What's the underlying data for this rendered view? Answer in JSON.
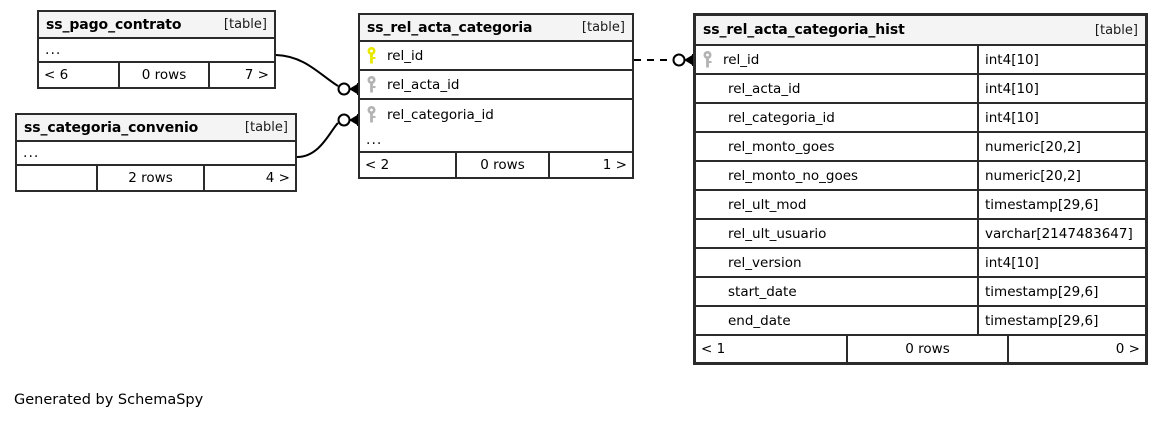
{
  "diagram": {
    "kind": "database-schema-erd",
    "generator_caption": "Generated by SchemaSpy",
    "table_tag": "[table]",
    "ellipsis": "...",
    "icons": {
      "primary_key": "key-icon",
      "foreign_key": "key-icon"
    },
    "colors": {
      "primary_key_fill": "#e8e800",
      "foreign_key_fill": "#b3b3b3",
      "border": "#2b2b2b",
      "header_bg": "#f4f4f4",
      "canvas_bg": "#ffffff"
    }
  },
  "tables": [
    {
      "id": "ss_pago_contrato",
      "name": "ss_pago_contrato",
      "tag": "[table]",
      "collapsed": true,
      "columns": [],
      "footer": {
        "prev": "< 6",
        "rows": "0 rows",
        "next": "7 >"
      }
    },
    {
      "id": "ss_categoria_convenio",
      "name": "ss_categoria_convenio",
      "tag": "[table]",
      "collapsed": true,
      "columns": [],
      "footer": {
        "prev": "",
        "rows": "2 rows",
        "next": "4 >"
      }
    },
    {
      "id": "ss_rel_acta_categoria",
      "name": "ss_rel_acta_categoria",
      "tag": "[table]",
      "collapsed": true,
      "columns": [
        {
          "name": "rel_id",
          "key": "primary",
          "type": ""
        },
        {
          "name": "rel_acta_id",
          "key": "foreign",
          "type": ""
        },
        {
          "name": "rel_categoria_id",
          "key": "foreign",
          "type": ""
        }
      ],
      "footer": {
        "prev": "< 2",
        "rows": "0 rows",
        "next": "1 >"
      }
    },
    {
      "id": "ss_rel_acta_categoria_hist",
      "name": "ss_rel_acta_categoria_hist",
      "tag": "[table]",
      "collapsed": false,
      "columns": [
        {
          "name": "rel_id",
          "key": "foreign",
          "type": "int4[10]"
        },
        {
          "name": "rel_acta_id",
          "key": "none",
          "type": "int4[10]"
        },
        {
          "name": "rel_categoria_id",
          "key": "none",
          "type": "int4[10]"
        },
        {
          "name": "rel_monto_goes",
          "key": "none",
          "type": "numeric[20,2]"
        },
        {
          "name": "rel_monto_no_goes",
          "key": "none",
          "type": "numeric[20,2]"
        },
        {
          "name": "rel_ult_mod",
          "key": "none",
          "type": "timestamp[29,6]"
        },
        {
          "name": "rel_ult_usuario",
          "key": "none",
          "type": "varchar[2147483647]"
        },
        {
          "name": "rel_version",
          "key": "none",
          "type": "int4[10]"
        },
        {
          "name": "start_date",
          "key": "none",
          "type": "timestamp[29,6]"
        },
        {
          "name": "end_date",
          "key": "none",
          "type": "timestamp[29,6]"
        }
      ],
      "footer": {
        "prev": "< 1",
        "rows": "0 rows",
        "next": "0 >"
      }
    }
  ],
  "relationships": [
    {
      "id": "rel-pago-to-acta",
      "from": "ss_pago_contrato",
      "to": "ss_rel_acta_categoria",
      "style": "solid",
      "end_marker": "crowsfoot-circle"
    },
    {
      "id": "rel-categoria-to-acta",
      "from": "ss_categoria_convenio",
      "to": "ss_rel_acta_categoria",
      "style": "solid",
      "end_marker": "crowsfoot-circle"
    },
    {
      "id": "rel-acta-to-hist",
      "from": "ss_rel_acta_categoria",
      "to": "ss_rel_acta_categoria_hist",
      "style": "dashed",
      "end_marker": "crowsfoot-circle"
    }
  ]
}
